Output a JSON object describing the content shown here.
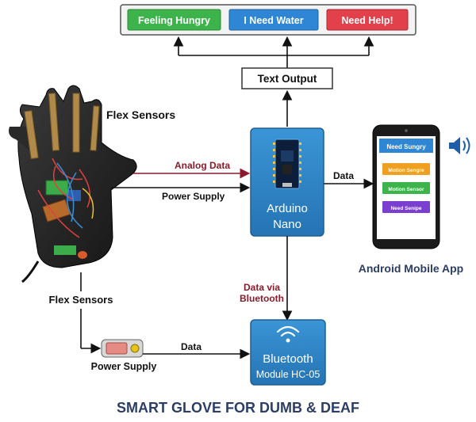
{
  "diagram": {
    "title": "SMART GLOVE FOR DUMB & DEAF",
    "colors": {
      "title": "#2c3e66",
      "dark_red": "#8b1a2b",
      "block_blue": "#2f86c8",
      "block_blue_dark": "#1d5f96",
      "btn_green": "#3cb44b",
      "btn_blue": "#2e86d4",
      "btn_red": "#e2404a"
    },
    "output_buttons": [
      "Feeling Hungry",
      "I Need Water",
      "Need Help!"
    ],
    "text_output": "Text Output",
    "arduino": {
      "line1": "Arduino",
      "line2": "Nano"
    },
    "bluetooth": {
      "line1": "Bluetooth",
      "line2": "Module HC-05"
    },
    "phone": {
      "header": "Need Sungry",
      "buttons": [
        "Motion Sengre",
        "Motion Sensor",
        "Need Senipe"
      ],
      "caption": "Android Mobile App"
    },
    "labels": {
      "flex_sensors_top": "Flex Sensors",
      "analog_data": "Analog Data",
      "power_supply_glove": "Power Supply",
      "data_to_phone": "Data",
      "data_via_bt_1": "Data via",
      "data_via_bt_2": "Bluetooth",
      "flex_sensors_bottom": "Flex Sensors",
      "power_supply_battery": "Power Supply",
      "data_battery": "Data"
    },
    "icons": {
      "speaker": "speaker-icon",
      "bluetooth_wave": "wireless-icon",
      "glove": "glove-icon",
      "battery": "battery-icon",
      "chip": "chip-icon"
    }
  }
}
